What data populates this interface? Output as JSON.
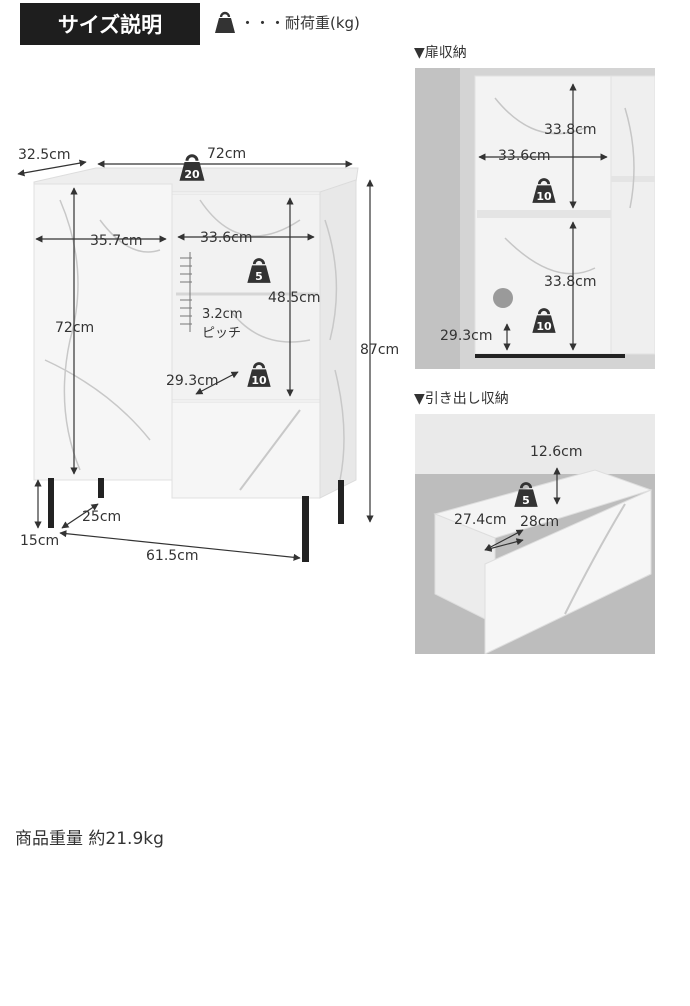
{
  "header": {
    "title": "サイズ説明",
    "legend_text": "・・・耐荷重(kg)",
    "legend_icon": "weight-icon"
  },
  "main_diagram": {
    "depth": "32.5cm",
    "width": "72cm",
    "top_load": "20",
    "door_width": "35.7cm",
    "shelf_width": "33.6cm",
    "door_height": "72cm",
    "upper_load": "5",
    "pitch_value": "3.2cm",
    "pitch_label": "ピッチ",
    "open_height": "48.5cm",
    "total_height": "87cm",
    "lower_depth": "29.3cm",
    "lower_load": "10",
    "leg_depth": "25cm",
    "leg_height": "15cm",
    "leg_span": "61.5cm"
  },
  "door_storage": {
    "title": "▼扉収納",
    "upper_height": "33.8cm",
    "shelf_width": "33.6cm",
    "upper_load": "10",
    "lower_height": "33.8cm",
    "depth": "29.3cm",
    "lower_load": "10"
  },
  "drawer_storage": {
    "title": "▼引き出し収納",
    "height": "12.6cm",
    "load": "5",
    "depth": "27.4cm",
    "width": "28cm"
  },
  "product_weight": "商品重量 約21.9kg",
  "colors": {
    "badge_bg": "#1e1e1e",
    "icon_fill": "#333333",
    "marble": "#f4f4f4",
    "photo_bg": "#bdbdbd"
  }
}
